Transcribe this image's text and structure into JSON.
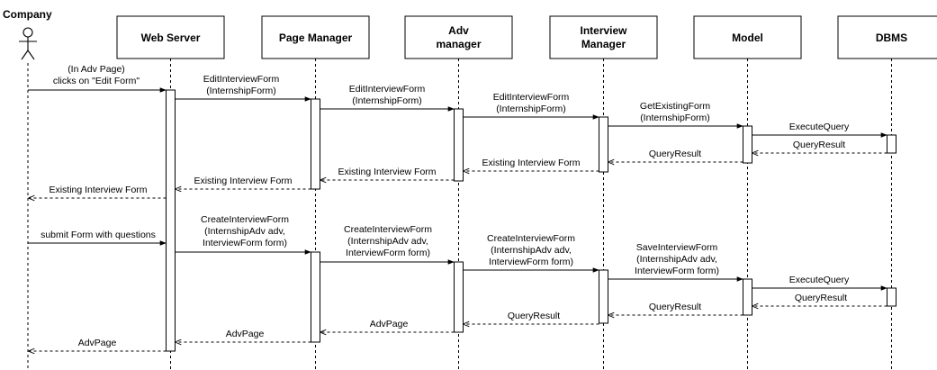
{
  "actor": {
    "name": "Company"
  },
  "participants": [
    {
      "id": "web_server",
      "lines": [
        "Web Server"
      ]
    },
    {
      "id": "page_manager",
      "lines": [
        "Page Manager"
      ]
    },
    {
      "id": "adv_manager",
      "lines": [
        "Adv",
        "manager"
      ]
    },
    {
      "id": "interview_manager",
      "lines": [
        "Interview",
        "Manager"
      ]
    },
    {
      "id": "model",
      "lines": [
        "Model"
      ]
    },
    {
      "id": "dbms",
      "lines": [
        "DBMS"
      ]
    }
  ],
  "messages": [
    {
      "from": "company",
      "to": "web_server",
      "kind": "call",
      "lines": [
        "(In Adv Page)",
        "clicks on \"Edit Form\""
      ]
    },
    {
      "from": "web_server",
      "to": "page_manager",
      "kind": "call",
      "lines": [
        "EditInterviewForm",
        "(InternshipForm)"
      ]
    },
    {
      "from": "page_manager",
      "to": "adv_manager",
      "kind": "call",
      "lines": [
        "EditInterviewForm",
        "(InternshipForm)"
      ]
    },
    {
      "from": "adv_manager",
      "to": "interview_manager",
      "kind": "call",
      "lines": [
        "EditInterviewForm",
        "(InternshipForm)"
      ]
    },
    {
      "from": "interview_manager",
      "to": "model",
      "kind": "call",
      "lines": [
        "GetExistingForm",
        "(InternshipForm)"
      ]
    },
    {
      "from": "model",
      "to": "dbms",
      "kind": "call",
      "lines": [
        "ExecuteQuery"
      ]
    },
    {
      "from": "dbms",
      "to": "model",
      "kind": "return",
      "lines": [
        "QueryResult"
      ]
    },
    {
      "from": "model",
      "to": "interview_manager",
      "kind": "return",
      "lines": [
        "QueryResult"
      ]
    },
    {
      "from": "interview_manager",
      "to": "adv_manager",
      "kind": "return",
      "lines": [
        "Existing Interview Form"
      ]
    },
    {
      "from": "adv_manager",
      "to": "page_manager",
      "kind": "return",
      "lines": [
        "Existing Interview Form"
      ]
    },
    {
      "from": "page_manager",
      "to": "web_server",
      "kind": "return",
      "lines": [
        "Existing Interview Form"
      ]
    },
    {
      "from": "web_server",
      "to": "company",
      "kind": "return",
      "lines": [
        "Existing Interview Form"
      ]
    },
    {
      "from": "company",
      "to": "web_server",
      "kind": "call",
      "lines": [
        "submit Form with questions"
      ]
    },
    {
      "from": "web_server",
      "to": "page_manager",
      "kind": "call",
      "lines": [
        "CreateInterviewForm",
        "(InternshipAdv adv,",
        "InterviewForm form)"
      ]
    },
    {
      "from": "page_manager",
      "to": "adv_manager",
      "kind": "call",
      "lines": [
        "CreateInterviewForm",
        "(InternshipAdv adv,",
        "InterviewForm form)"
      ]
    },
    {
      "from": "adv_manager",
      "to": "interview_manager",
      "kind": "call",
      "lines": [
        "CreateInterviewForm",
        "(InternshipAdv adv,",
        "InterviewForm form)"
      ]
    },
    {
      "from": "interview_manager",
      "to": "model",
      "kind": "call",
      "lines": [
        "SaveInterviewForm",
        "(InternshipAdv adv,",
        "InterviewForm form)"
      ]
    },
    {
      "from": "model",
      "to": "dbms",
      "kind": "call",
      "lines": [
        "ExecuteQuery"
      ]
    },
    {
      "from": "dbms",
      "to": "model",
      "kind": "return",
      "lines": [
        "QueryResult"
      ]
    },
    {
      "from": "model",
      "to": "interview_manager",
      "kind": "return",
      "lines": [
        "QueryResult"
      ]
    },
    {
      "from": "interview_manager",
      "to": "adv_manager",
      "kind": "return",
      "lines": [
        "QueryResult"
      ]
    },
    {
      "from": "adv_manager",
      "to": "page_manager",
      "kind": "return",
      "lines": [
        "AdvPage"
      ]
    },
    {
      "from": "page_manager",
      "to": "web_server",
      "kind": "return",
      "lines": [
        "AdvPage"
      ]
    },
    {
      "from": "web_server",
      "to": "company",
      "kind": "return",
      "lines": [
        "AdvPage"
      ]
    }
  ],
  "colors": {
    "stroke": "#000000",
    "box_fill": "#ffffff",
    "background": "#ffffff"
  }
}
